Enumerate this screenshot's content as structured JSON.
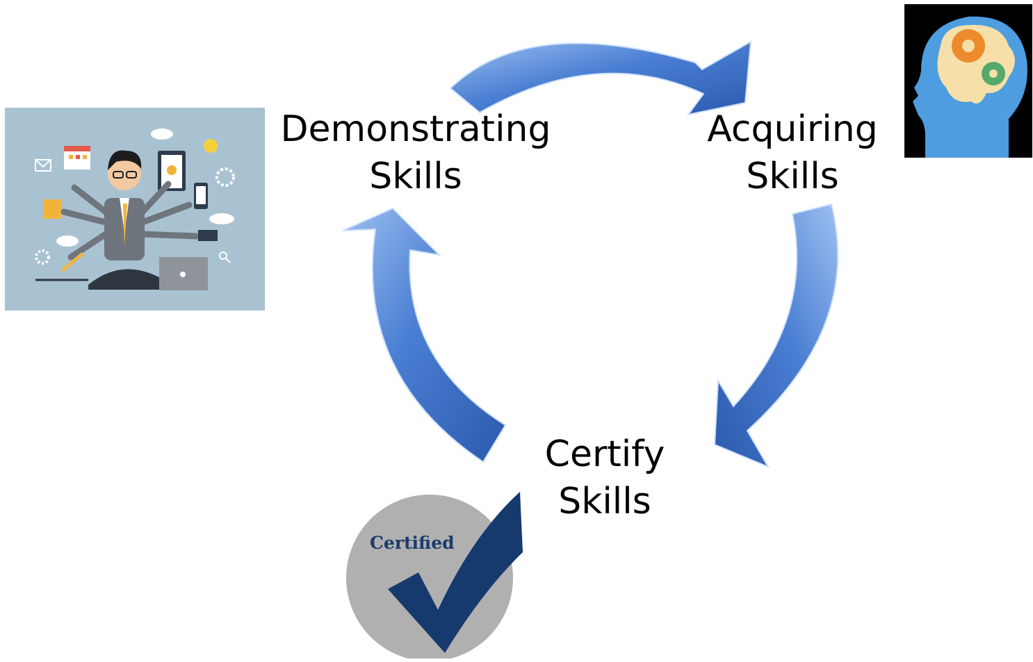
{
  "diagram": {
    "stages": [
      {
        "id": "demonstrating",
        "lines": [
          "Demonstrating",
          "Skills"
        ]
      },
      {
        "id": "acquiring",
        "lines": [
          "Acquiring",
          "Skills"
        ]
      },
      {
        "id": "certify",
        "lines": [
          "Certify",
          "Skills"
        ]
      }
    ],
    "arrows": [
      {
        "from": "demonstrating",
        "to": "acquiring"
      },
      {
        "from": "acquiring",
        "to": "certify"
      },
      {
        "from": "certify",
        "to": "demonstrating"
      }
    ],
    "arrow_color": "#3f73c9"
  },
  "images": {
    "multitask": {
      "icon": "multitasking-businessman-illustration"
    },
    "brain": {
      "icon": "brain-gears-head-icon"
    },
    "badge": {
      "icon": "certified-checkmark-badge",
      "text": "Certified"
    }
  }
}
